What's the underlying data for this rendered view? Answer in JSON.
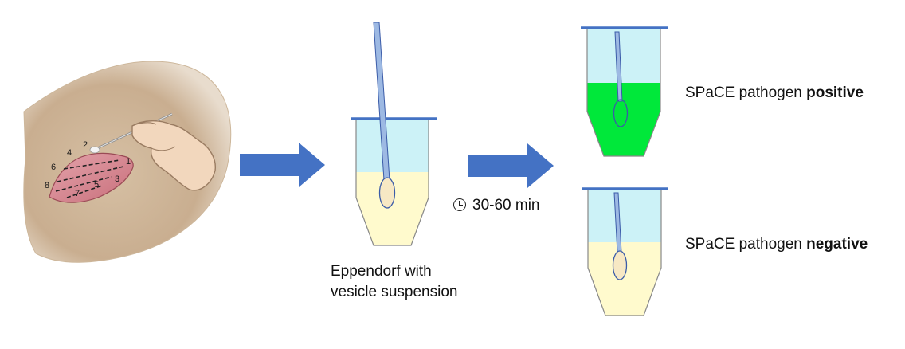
{
  "labels": {
    "eppendorf_line1": "Eppendorf with",
    "eppendorf_line2": "vesicle suspension",
    "incubation_time": "30-60 min",
    "result_prefix_positive": "SPaCE pathogen ",
    "result_word_positive": "positive",
    "result_prefix_negative": "SPaCE pathogen ",
    "result_word_negative": "negative"
  },
  "illustration": {
    "body_region_numbers": [
      "1",
      "2",
      "3",
      "4",
      "5",
      "6",
      "7",
      "8"
    ]
  },
  "icons": {
    "arrow_1": "right-arrow-icon",
    "arrow_2": "right-arrow-icon",
    "clock": "clock-icon",
    "swab_tool": "swab-icon"
  },
  "colors": {
    "arrow": "#4472C4",
    "tube_cap": "#4472C4",
    "tube_top": "#CCF2F7",
    "suspension": "#FFFACD",
    "positive_fluid": "#00E83A",
    "swab_stick": "#9DB9E3",
    "swab_tip": "#F7E8C4",
    "outline": "#3A5BA8",
    "skin": "#D9C2A8",
    "rash": "#D98A94"
  }
}
